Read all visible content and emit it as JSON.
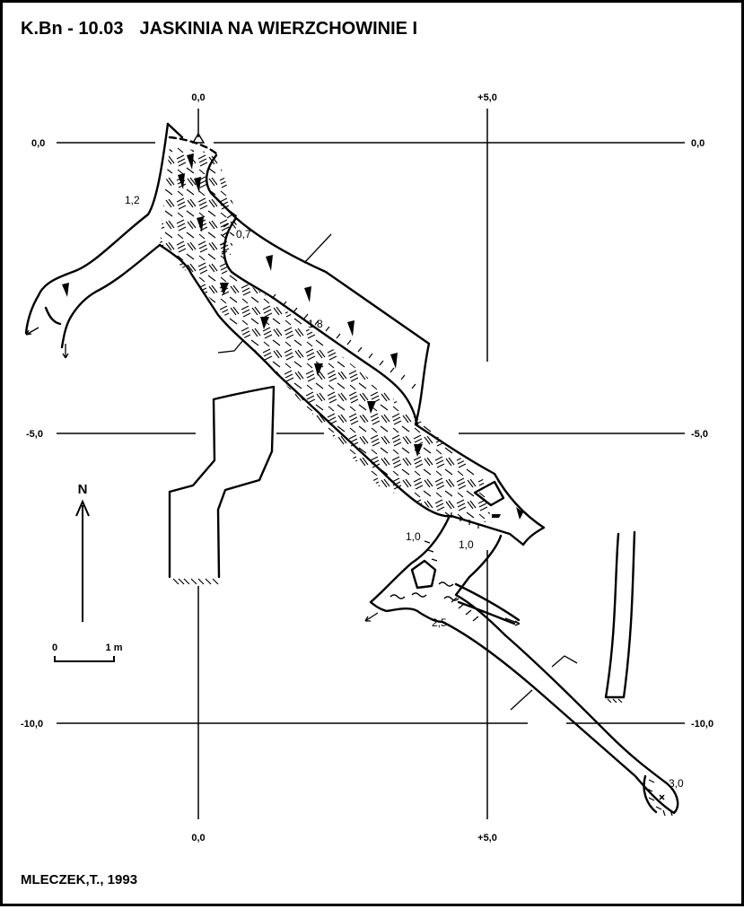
{
  "header": {
    "code": "K.Bn - 10.03",
    "title": "JASKINIA NA WIERZCHOWINIE I"
  },
  "footer": {
    "author": "MLECZEK,T., 1993"
  },
  "grid": {
    "top": [
      "0,0",
      "+5,0"
    ],
    "bottom": [
      "0,0",
      "+5,0"
    ],
    "left": [
      "0,0",
      "-5,0",
      "-10,0"
    ],
    "right": [
      "0,0",
      "-5,0",
      "-10,0"
    ]
  },
  "depths": [
    "1,2",
    "0,7",
    "1,8",
    "1,0",
    "1,0",
    "2,5",
    "3,0"
  ],
  "north": {
    "label": "N"
  },
  "scale": {
    "start": "0",
    "end": "1 m"
  }
}
